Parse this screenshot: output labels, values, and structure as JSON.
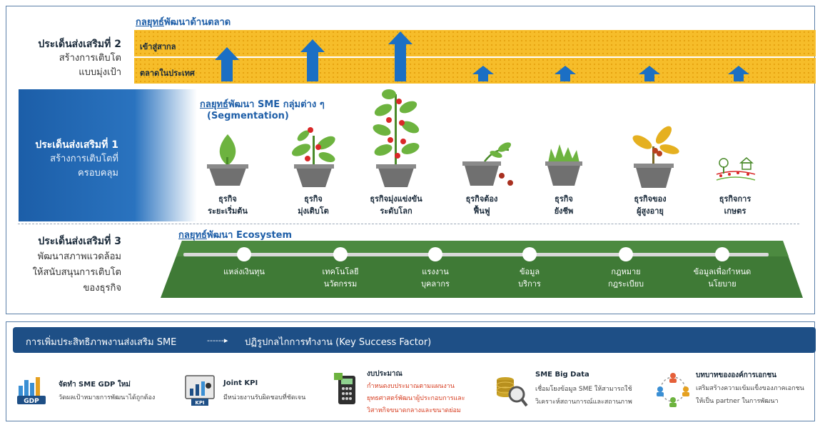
{
  "market": {
    "strategy_prefix": "กลยุทธ์",
    "strategy_rest": "พัฒนาด้านตลาด",
    "band_top": "เข้าสู่สากล",
    "band_bottom": "ตลาดในประเทศ"
  },
  "issue2": {
    "title": "ประเด็นส่งเสริมที่ 2",
    "sub1": "สร้างการเติบโต",
    "sub2": "แบบมุ่งเป้า"
  },
  "issue1": {
    "title": "ประเด็นส่งเสริมที่ 1",
    "sub1": "สร้างการเติบโตที่",
    "sub2": "ครอบคลุม"
  },
  "issue3": {
    "title": "ประเด็นส่งเสริมที่ 3",
    "sub1": "พัฒนาสภาพแวดล้อม",
    "sub2": "ให้สนับสนุนการเติบโต",
    "sub3": "ของธุรกิจ"
  },
  "segmentation": {
    "prefix": "กลยุทธ์",
    "rest": "พัฒนา SME กลุ่มต่าง ๆ",
    "line2": "(Segmentation)",
    "items": [
      {
        "l1": "ธุรกิจ",
        "l2": "ระยะเริ่มต้น"
      },
      {
        "l1": "ธุรกิจ",
        "l2": "มุ่งเติบโต"
      },
      {
        "l1": "ธุรกิจมุ่งแข่งขัน",
        "l2": "ระดับโลก"
      },
      {
        "l1": "ธุรกิจต้อง",
        "l2": "ฟื้นฟู"
      },
      {
        "l1": "ธุรกิจ",
        "l2": "ยังชีพ"
      },
      {
        "l1": "ธุรกิจของ",
        "l2": "ผู้สูงอายุ"
      },
      {
        "l1": "ธุรกิจการ",
        "l2": "เกษตร"
      }
    ]
  },
  "ecosystem": {
    "prefix": "กลยุทธ์",
    "rest": "พัฒนา Ecosystem",
    "items": [
      {
        "l1": "แหล่งเงินทุน",
        "l2": ""
      },
      {
        "l1": "เทคโนโลยี",
        "l2": "นวัตกรรม"
      },
      {
        "l1": "แรงงาน",
        "l2": "บุคลากร"
      },
      {
        "l1": "ข้อมูล",
        "l2": "บริการ"
      },
      {
        "l1": "กฎหมาย",
        "l2": "กฎระเบียบ"
      },
      {
        "l1": "ข้อมูลเพื่อกำหนด",
        "l2": "นโยบาย"
      }
    ]
  },
  "bottom_bar": {
    "left": "การเพิ่มประสิทธิภาพงานส่งเสริม SME",
    "arrow": "------▸",
    "right": "ปฏิรูปกลไกการทำงาน (Key Success Factor)"
  },
  "kpis": [
    {
      "icon": "gdp-chart-icon",
      "icon_text": "GDP",
      "title": "จัดทำ SME GDP ใหม่",
      "d1": "วัดผลเป้าหมายการพัฒนาได้ถูกต้อง",
      "d2": ""
    },
    {
      "icon": "kpi-board-icon",
      "icon_text": "KPI",
      "title": "Joint KPI",
      "d1": "มีหน่วยงานรับผิดชอบที่ชัดเจน",
      "d2": ""
    },
    {
      "icon": "calculator-icon",
      "title": "งบประมาณ",
      "d1": "กำหนดงบประมาณตามแผนงาน",
      "d2": "ยุทธศาสตร์พัฒนาผู้ประกอบการและ",
      "d3": "วิสาหกิจขนาดกลางและขนาดย่อม"
    },
    {
      "icon": "big-data-coins-icon",
      "title": "SME Big Data",
      "d1": "เชื่อมโยงข้อมูล SME ให้สามารถใช้",
      "d2": "วิเคราะห์สถานการณ์และสถานภาพ"
    },
    {
      "icon": "people-network-icon",
      "title": "บทบาทขององค์การเอกชน",
      "d1": "เสริมสร้างความเข้มแข็งของภาคเอกชน",
      "d2": "ให้เป็น partner ในการพัฒนา"
    }
  ],
  "colors": {
    "accent_blue": "#1f5fa8",
    "band_yellow": "#f6bd2a",
    "eco_green": "#3f7a36",
    "bar_navy": "#1e4f86",
    "arrow_blue": "#1b6fc4",
    "kpi_red": "#d63b1e"
  }
}
